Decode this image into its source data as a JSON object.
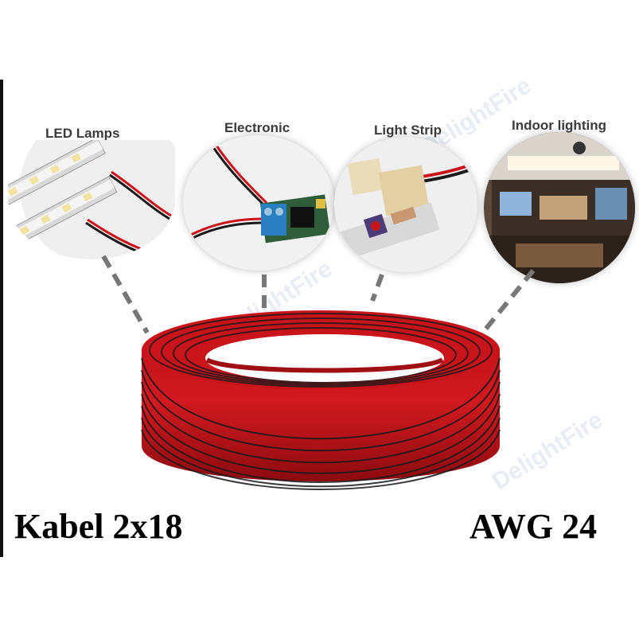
{
  "labels": {
    "led_lamps": "LED Lamps",
    "electronic": "Electronic",
    "light_strip": "Light Strip",
    "indoor_lighting": "Indoor lighting"
  },
  "captions": {
    "left": "Kabel 2x18",
    "right": "AWG 24"
  },
  "watermark": "DelightFire",
  "colors": {
    "cable_red": "#c8141a",
    "cable_black": "#1a1a1a",
    "connector_blue": "#2a7fc0",
    "strip_cream": "#e9dcb8"
  }
}
